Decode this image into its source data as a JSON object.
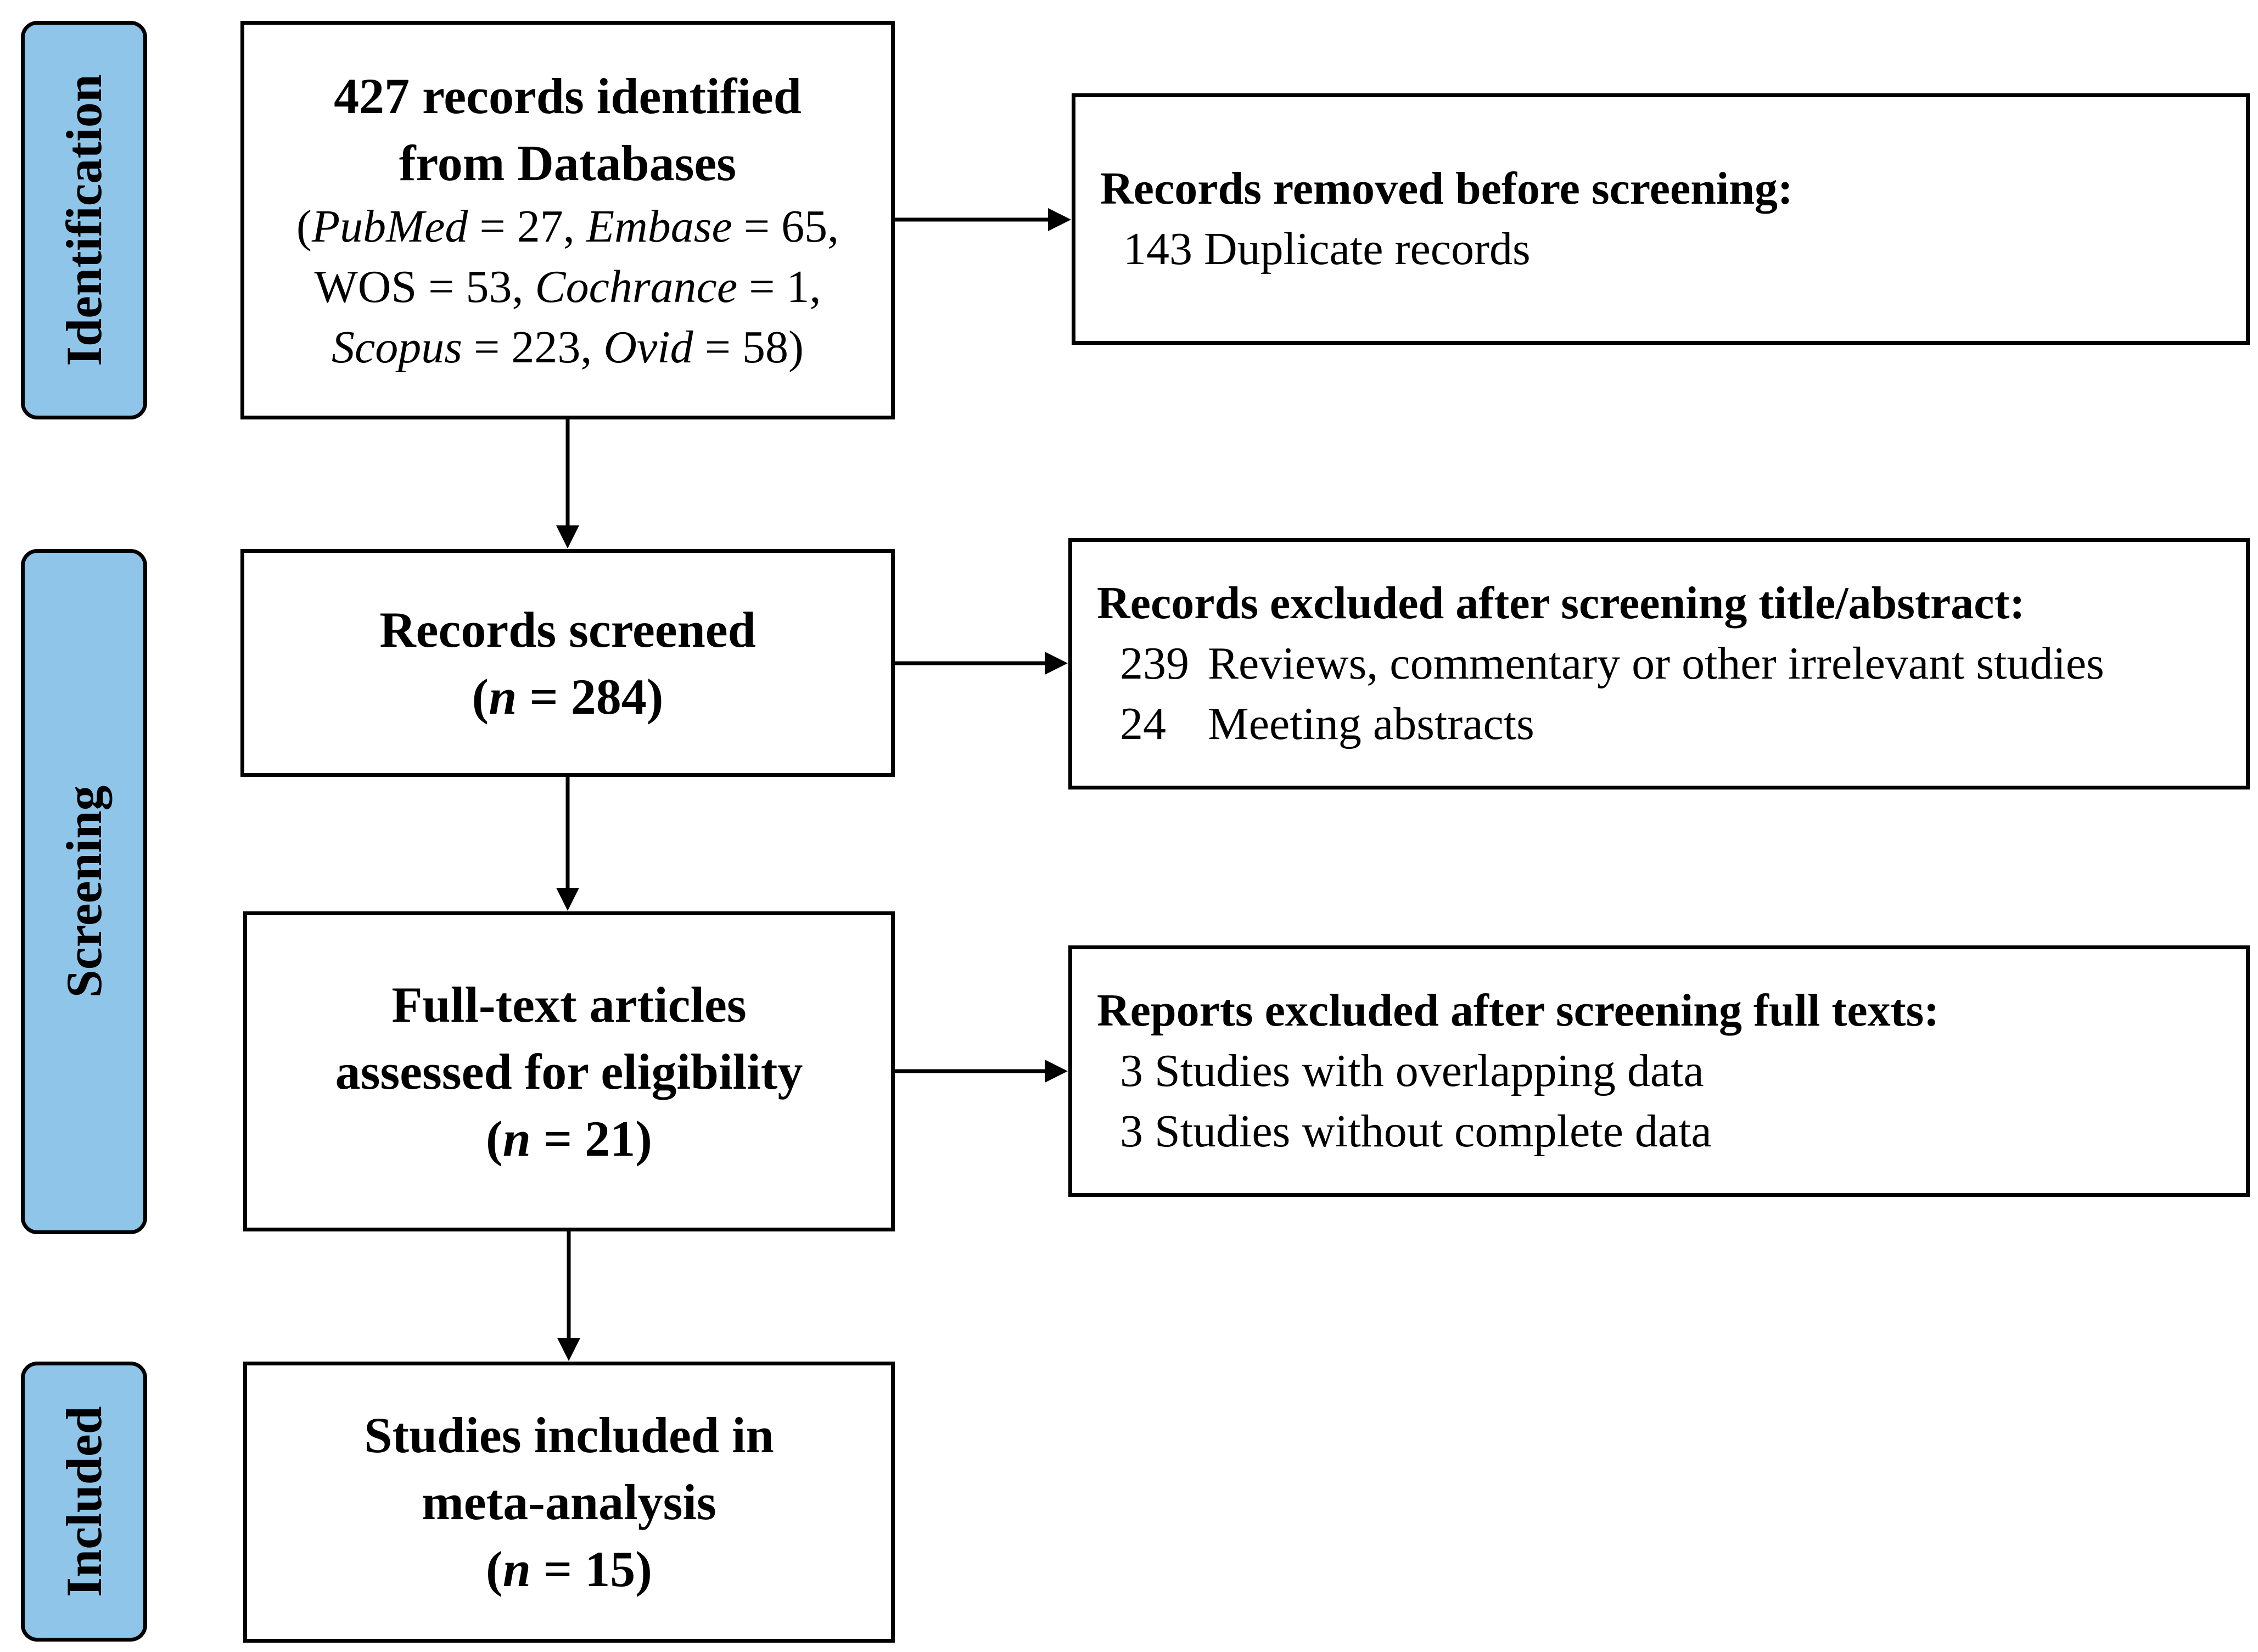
{
  "phases": {
    "identification": "Identification",
    "screening": "Screening",
    "included": "Included"
  },
  "identified": {
    "line1": "427 records identified",
    "line2": "from Databases",
    "sources": [
      {
        "name": "PubMed",
        "count": "27"
      },
      {
        "name": "Embase",
        "count": "65"
      },
      {
        "name": "WOS",
        "count": "53"
      },
      {
        "name": "Cochrance",
        "count": "1"
      },
      {
        "name": "Scopus",
        "count": "223"
      },
      {
        "name": "Ovid",
        "count": "58"
      }
    ]
  },
  "screened": {
    "title": "Records screened",
    "n_label": "n",
    "n_value": "284"
  },
  "fulltext": {
    "line1": "Full-text articles",
    "line2": "assessed for eligibility",
    "n_label": "n",
    "n_value": "21"
  },
  "included": {
    "line1": "Studies included in",
    "line2": "meta-analysis",
    "n_label": "n",
    "n_value": "15"
  },
  "removed": {
    "title": "Records removed before screening:",
    "items": [
      {
        "count": "143",
        "text": "Duplicate records"
      }
    ]
  },
  "excluded_abstract": {
    "title": "Records excluded after screening title/abstract:",
    "items": [
      {
        "count": "239",
        "text": "Reviews, commentary or other irrelevant studies"
      },
      {
        "count": "24",
        "text": "Meeting abstracts"
      }
    ]
  },
  "excluded_fulltext": {
    "title": "Reports excluded after screening full texts:",
    "items": [
      {
        "count": "3",
        "text": "Studies with overlapping data"
      },
      {
        "count": "3",
        "text": "Studies without complete data"
      }
    ]
  }
}
